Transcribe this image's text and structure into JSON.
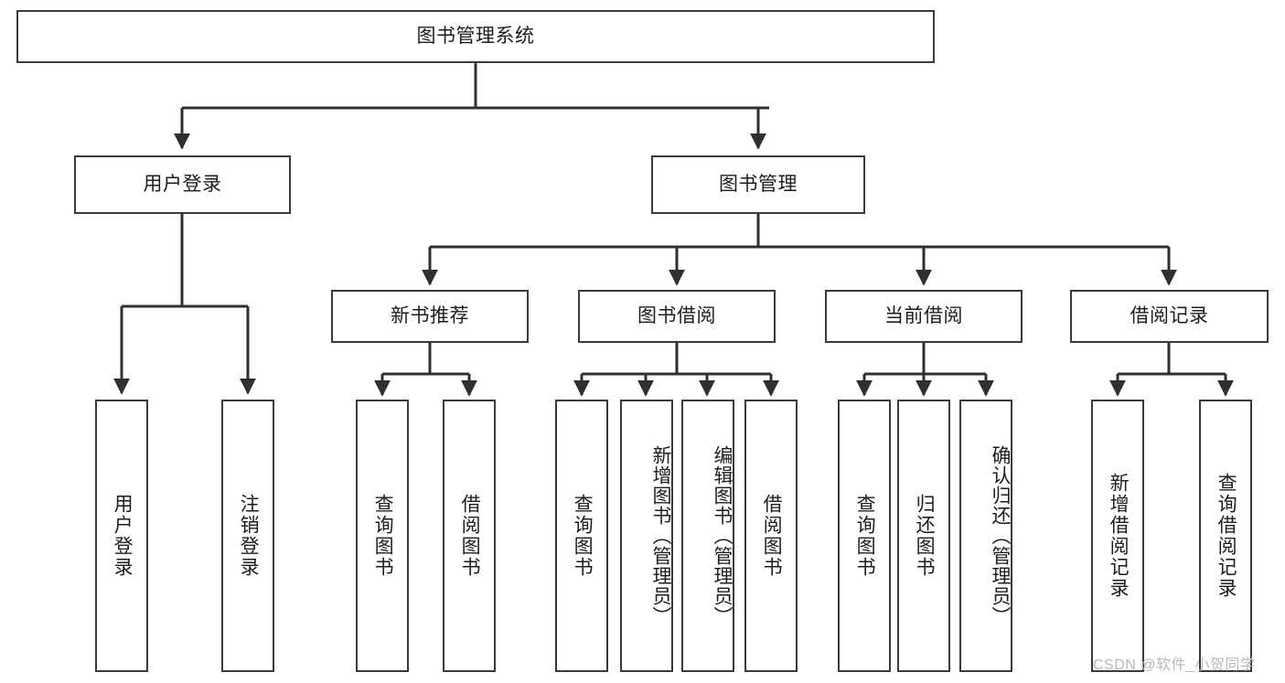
{
  "diagram": {
    "title": "图书管理系统",
    "type": "tree",
    "root": {
      "label": "图书管理系统"
    },
    "level2": [
      {
        "label": "用户登录"
      },
      {
        "label": "图书管理"
      }
    ],
    "level3": [
      {
        "label": "新书推荐"
      },
      {
        "label": "图书借阅"
      },
      {
        "label": "当前借阅"
      },
      {
        "label": "借阅记录"
      }
    ],
    "leaves": {
      "user_login": [
        {
          "label": "用户登录"
        },
        {
          "label": "注销登录"
        }
      ],
      "new_book_recommend": [
        {
          "label": "查询图书"
        },
        {
          "label": "借阅图书"
        }
      ],
      "book_borrow": [
        {
          "label": "查询图书"
        },
        {
          "label": "新增图书（管理员）"
        },
        {
          "label": "编辑图书（管理员）"
        },
        {
          "label": "借阅图书"
        }
      ],
      "current_borrow": [
        {
          "label": "查询图书"
        },
        {
          "label": "归还图书"
        },
        {
          "label": "确认归还（管理员）"
        }
      ],
      "borrow_record": [
        {
          "label": "新增借阅记录"
        },
        {
          "label": "查询借阅记录"
        }
      ]
    }
  },
  "watermark": {
    "text": "CSDN @软件_小贺同学"
  },
  "colors": {
    "border": "#3a3a3a",
    "text": "#1d1d1d",
    "background": "#ffffff",
    "watermark": "#b9b9b9"
  }
}
